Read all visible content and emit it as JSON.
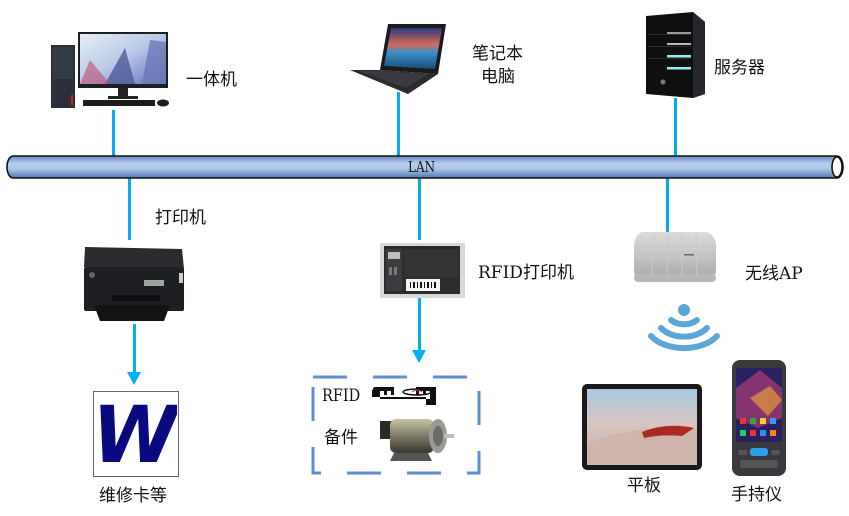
{
  "diagram": {
    "bus": {
      "label": "LAN",
      "color": "#9dbbe0"
    },
    "connector_color": "#00b0f0",
    "nodes": {
      "desktop": {
        "label": "一体机",
        "icon": "desktop-computer-icon"
      },
      "laptop": {
        "label_line1": "笔记本",
        "label_line2": "电脑",
        "icon": "laptop-icon"
      },
      "server": {
        "label": "服务器",
        "icon": "server-tower-icon"
      },
      "printer": {
        "label": "打印机",
        "icon": "printer-icon"
      },
      "rfid_printer": {
        "label": "RFID打印机",
        "icon": "label-printer-icon"
      },
      "wireless_ap": {
        "label": "无线AP",
        "icon": "wireless-access-point-icon"
      },
      "repair_card": {
        "label": "维修卡等",
        "icon": "word-document-icon",
        "glyph": "W"
      },
      "rfid_parts": {
        "label_line1": "RFID",
        "label_line2": "备件",
        "icon": "rfid-tag-motor-icon"
      },
      "tablet": {
        "label": "平板",
        "icon": "tablet-icon"
      },
      "handheld": {
        "label": "手持仪",
        "icon": "handheld-terminal-icon"
      }
    }
  }
}
